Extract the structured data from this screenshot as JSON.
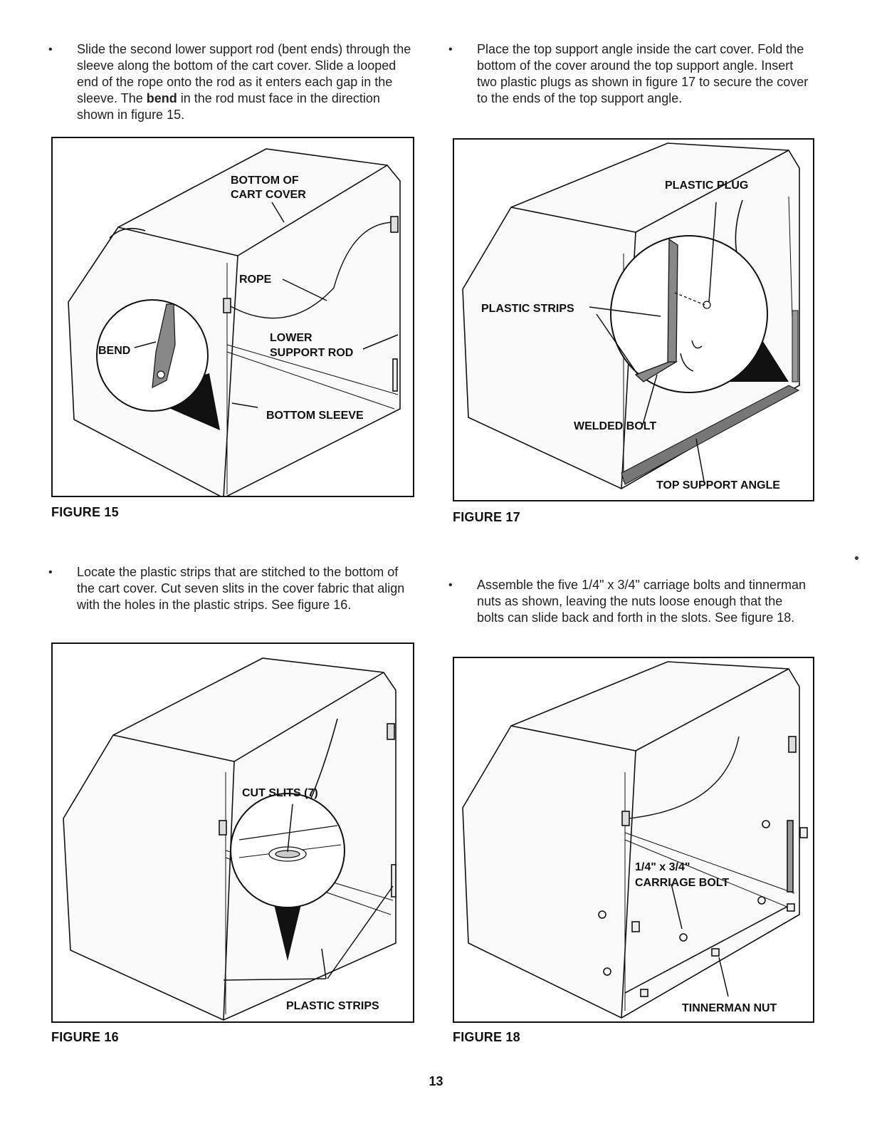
{
  "instructions": [
    {
      "id": "step-fig15",
      "parts": [
        {
          "text": "Slide the second lower support rod (bent ends) through the sleeve along the bottom of the cart cover. Slide a looped end of the rope onto the rod as it enters each gap in the sleeve. The "
        },
        {
          "text": "bend",
          "bold": true
        },
        {
          "text": " in the rod must face in the direction shown in figure 15."
        }
      ]
    },
    {
      "id": "step-fig17",
      "parts": [
        {
          "text": "Place the top support angle inside the cart cover. Fold the bottom of the cover around the top support angle. Insert two plastic plugs as shown in figure 17 to secure the cover to the ends of the top support angle."
        }
      ]
    },
    {
      "id": "step-fig16",
      "parts": [
        {
          "text": "Locate the plastic strips that are stitched to the bottom of the cart cover. Cut seven slits in the cover fabric that align with the holes in the plastic strips. See figure 16."
        }
      ]
    },
    {
      "id": "step-fig18",
      "parts": [
        {
          "text": "Assemble the five 1/4\" x 3/4\" carriage bolts and tinnerman nuts as shown, leaving the nuts loose enough that the bolts can slide back and forth in the slots. See figure 18."
        }
      ]
    }
  ],
  "figures": {
    "fig15": {
      "caption": "FIGURE 15",
      "callouts": {
        "bottom_of": "BOTTOM OF",
        "cart_cover": "CART COVER",
        "rope": "ROPE",
        "lower": "LOWER",
        "support_rod": "SUPPORT ROD",
        "bend": "BEND",
        "bottom_sleeve": "BOTTOM SLEEVE"
      }
    },
    "fig16": {
      "caption": "FIGURE 16",
      "callouts": {
        "cut_slits": "CUT SLITS (7)",
        "plastic_strips": "PLASTIC STRIPS"
      }
    },
    "fig17": {
      "caption": "FIGURE 17",
      "callouts": {
        "plastic_plug": "PLASTIC PLUG",
        "plastic_strips": "PLASTIC STRIPS",
        "welded_bolt": "WELDED BOLT",
        "top_support_angle": "TOP SUPPORT ANGLE"
      }
    },
    "fig18": {
      "caption": "FIGURE 18",
      "callouts": {
        "size": "1/4\" x 3/4\"",
        "carriage_bolt": "CARRIAGE BOLT",
        "tinnerman_nut": "TINNERMAN NUT"
      }
    }
  },
  "page_number": "13"
}
